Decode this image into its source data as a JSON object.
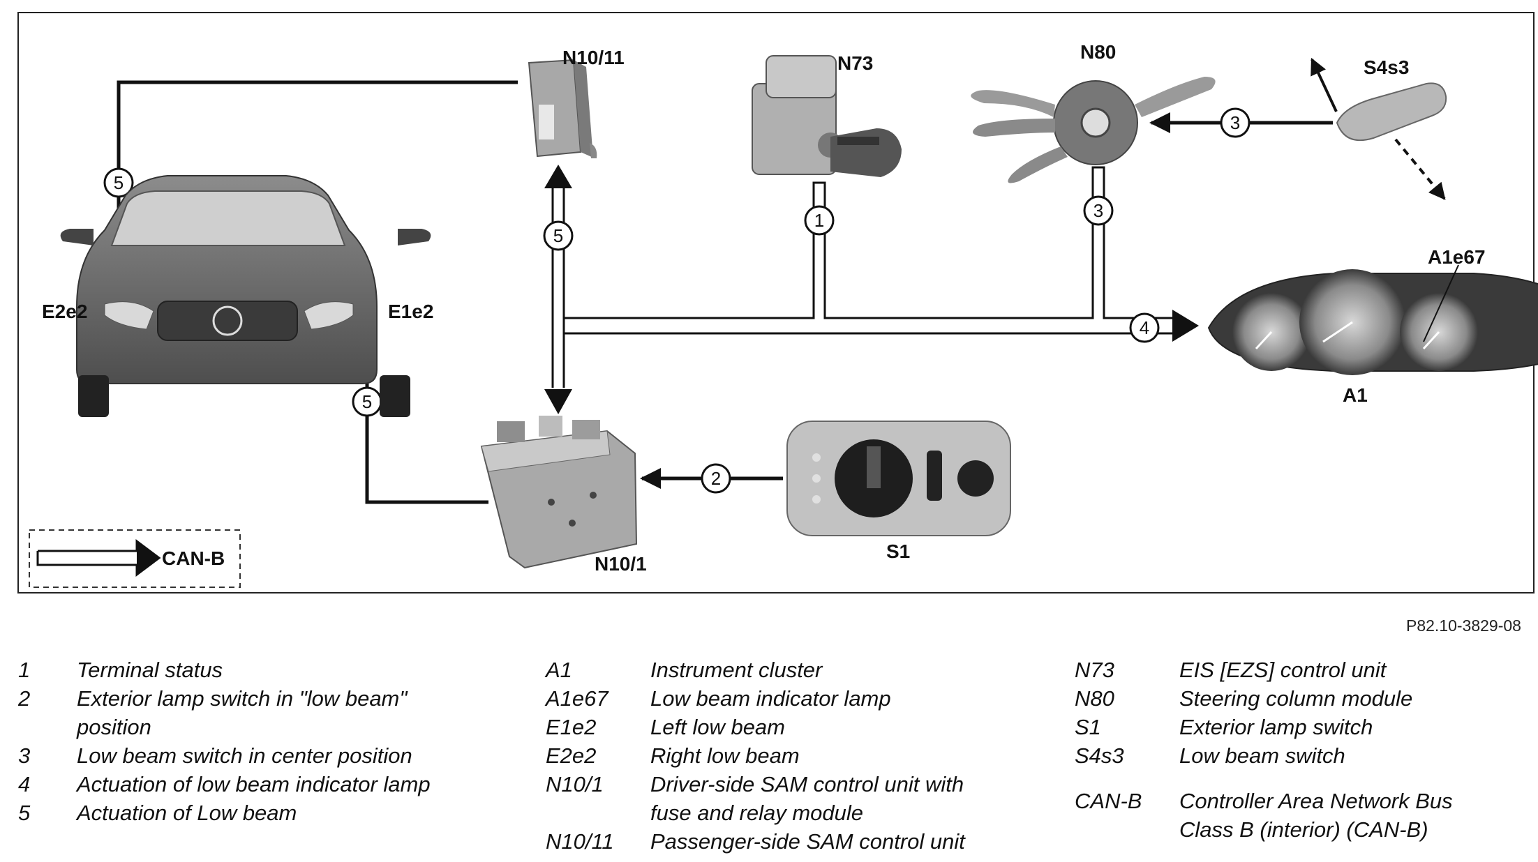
{
  "components": {
    "n10_11": "N10/11",
    "n73": "N73",
    "n80": "N80",
    "s4s3": "S4s3",
    "a1e67": "A1e67",
    "a1": "A1",
    "e2e2": "E2e2",
    "e1e2": "E1e2",
    "n10_1": "N10/1",
    "s1": "S1",
    "can_b": "CAN-B"
  },
  "markers": [
    "1",
    "2",
    "3",
    "4",
    "5"
  ],
  "figure_ref": "P82.10-3829-08",
  "legend": {
    "col1": [
      {
        "key": "1",
        "text": [
          "Terminal status"
        ]
      },
      {
        "key": "2",
        "text": [
          "Exterior lamp switch in \"low beam\"",
          "position"
        ]
      },
      {
        "key": "3",
        "text": [
          "Low beam switch in center position"
        ]
      },
      {
        "key": "4",
        "text": [
          "Actuation of low beam indicator lamp"
        ]
      },
      {
        "key": "5",
        "text": [
          "Actuation of Low beam"
        ]
      }
    ],
    "col2": [
      {
        "key": "A1",
        "text": [
          "Instrument cluster"
        ]
      },
      {
        "key": "A1e67",
        "text": [
          "Low beam indicator lamp"
        ]
      },
      {
        "key": "E1e2",
        "text": [
          "Left low beam"
        ]
      },
      {
        "key": "E2e2",
        "text": [
          "Right low beam"
        ]
      },
      {
        "key": "N10/1",
        "text": [
          "Driver-side SAM control unit with",
          "fuse and relay module"
        ]
      },
      {
        "key": "N10/11",
        "text": [
          "Passenger-side SAM control unit"
        ]
      }
    ],
    "col3": [
      {
        "key": "N73",
        "text": [
          "EIS [EZS] control unit"
        ]
      },
      {
        "key": "N80",
        "text": [
          "Steering column module"
        ]
      },
      {
        "key": "S1",
        "text": [
          "Exterior lamp switch"
        ]
      },
      {
        "key": "S4s3",
        "text": [
          "Low beam switch"
        ]
      },
      {
        "key": "CAN-B",
        "text": [
          "Controller Area Network Bus",
          "Class B (interior) (CAN-B)"
        ],
        "gap_before": true
      }
    ]
  },
  "colors": {
    "frame": "#222222",
    "component_gray": "#9a9a9a",
    "car_body": "#6e6e6e",
    "cluster_dark": "#3a3a3a"
  }
}
